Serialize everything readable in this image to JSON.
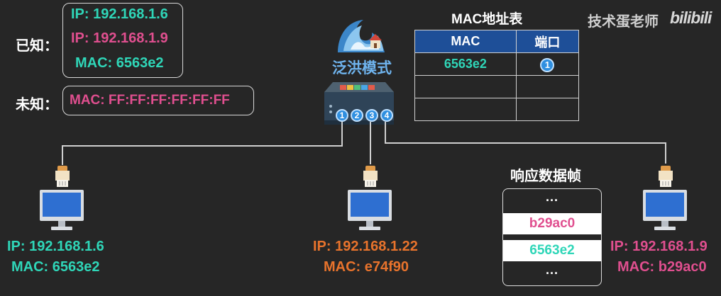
{
  "known": {
    "label": "已知：",
    "ip1": "IP: 192.168.1.6",
    "ip2": "IP: 192.168.1.9",
    "mac": "MAC: 6563e2"
  },
  "unknown": {
    "label": "未知：",
    "mac": "MAC: FF:FF:FF:FF:FF:FF"
  },
  "switch": {
    "mode_label": "泛洪模式",
    "ports": [
      "1",
      "2",
      "3",
      "4"
    ]
  },
  "mac_table": {
    "title": "MAC地址表",
    "headers": [
      "MAC",
      "端口"
    ],
    "rows": [
      {
        "mac": "6563e2",
        "port": "1"
      },
      {
        "mac": "",
        "port": ""
      },
      {
        "mac": "",
        "port": ""
      }
    ]
  },
  "watermark": {
    "text": "技术蛋老师",
    "logo": "bilibili"
  },
  "hosts": [
    {
      "ip": "IP: 192.168.1.6",
      "mac": "MAC: 6563e2"
    },
    {
      "ip": "IP: 192.168.1.22",
      "mac": "MAC: e74f90"
    },
    {
      "ip": "IP: 192.168.1.9",
      "mac": "MAC: b29ac0"
    }
  ],
  "response_frame": {
    "title": "响应数据帧",
    "rows": [
      "···",
      "b29ac0",
      "6563e2",
      "···"
    ]
  },
  "colors": {
    "teal": "#2fd6b8",
    "pink": "#e04f8f",
    "orange": "#e8732c",
    "table_header": "#1e4f98",
    "port_blue": "#2f8fe0"
  }
}
